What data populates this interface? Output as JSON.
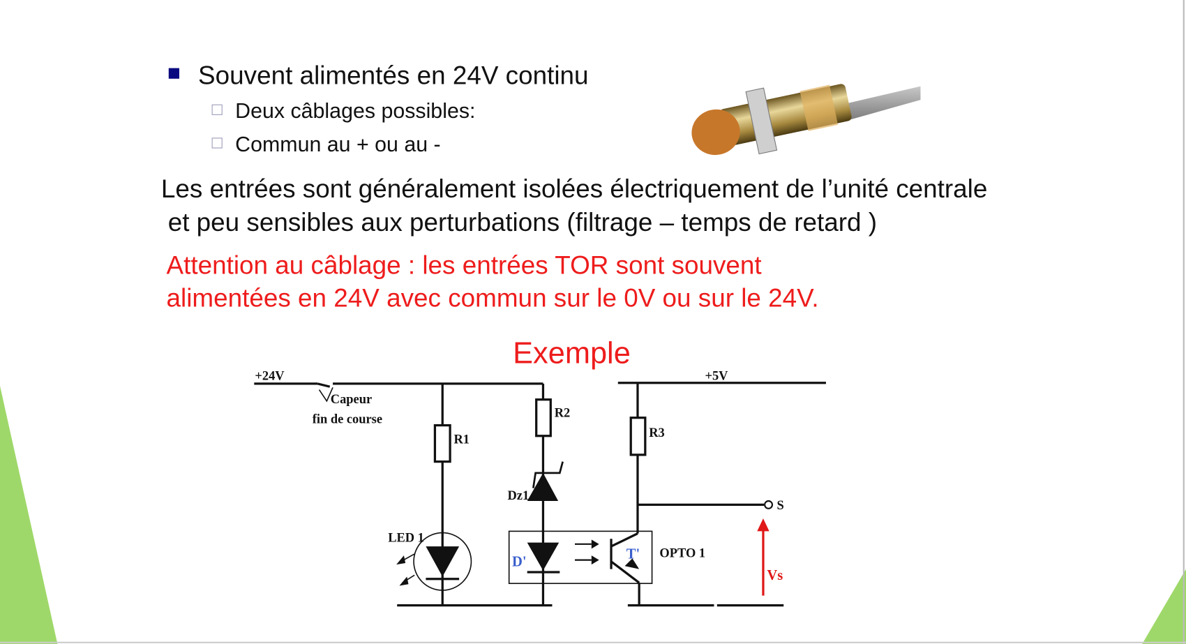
{
  "slide": {
    "bullet_main": "Souvent alimentés en 24V continu",
    "sub_bullets": [
      "Deux câblages possibles:",
      "Commun au + ou au -"
    ],
    "paragraph_line1": "Les entrées sont généralement isolées électriquement de  l’unité centrale",
    "paragraph_line2": "et peu sensibles aux perturbations (filtrage – temps de retard )",
    "warning_line1": "Attention au câblage : les entrées TOR sont souvent",
    "warning_line2": "alimentées en 24V avec commun sur le 0V ou sur le 24V.",
    "example_title": "Exemple"
  },
  "circuit": {
    "v24": "+24V",
    "v5": "+5V",
    "sensor_line1": "Capeur",
    "sensor_line2": "fin de course",
    "r1": "R1",
    "r2": "R2",
    "r3": "R3",
    "dz1": "Dz1",
    "led1": "LED 1",
    "d_prime": "D'",
    "t_prime": "T'",
    "opto": "OPTO 1",
    "s": "S",
    "vs": "Vs"
  },
  "colors": {
    "accent_red": "#ee1c1c",
    "bullet_navy": "#0a0a80",
    "green": "#9fd86a",
    "label_blue": "#3a5fcd"
  }
}
